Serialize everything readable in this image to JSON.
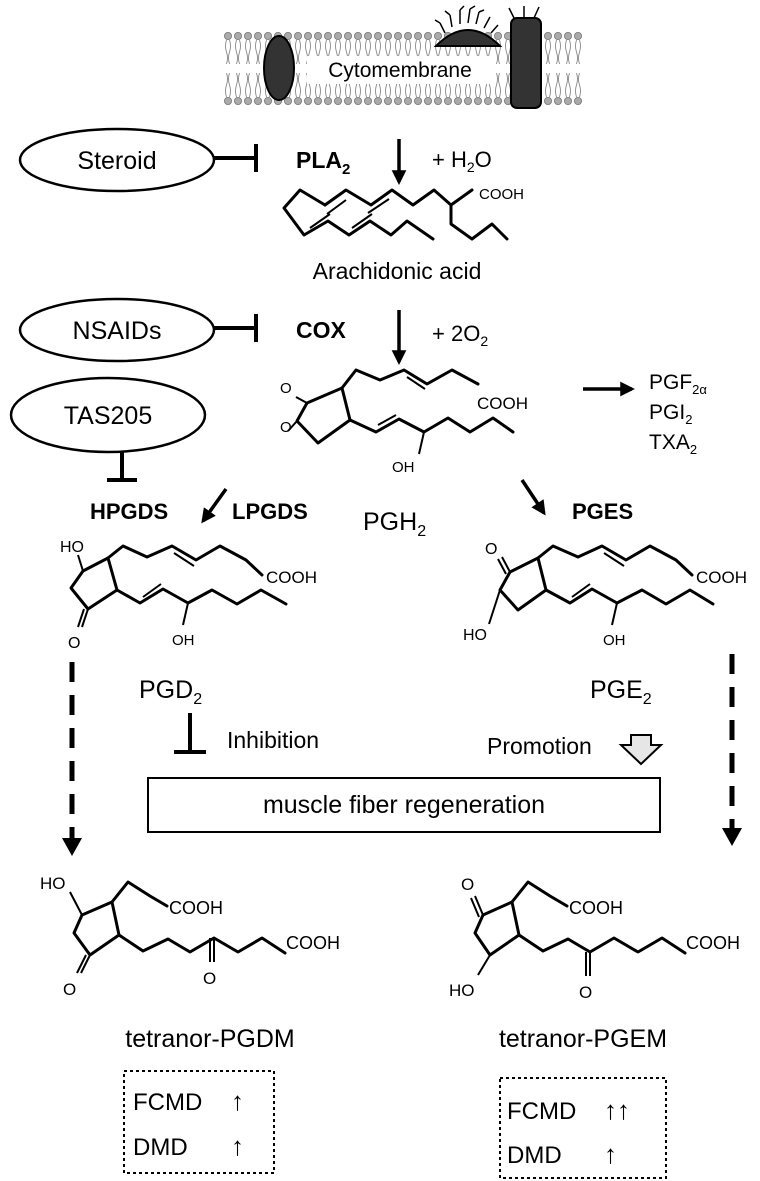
{
  "membrane": {
    "label": "Cytomembrane"
  },
  "inhibitors": {
    "steroid": "Steroid",
    "nsaids": "NSAIDs",
    "tas205": "TAS205"
  },
  "enzymes": {
    "pla2": {
      "main": "PLA",
      "sub": "2"
    },
    "cox": "COX",
    "hpgds": "HPGDS",
    "lpgds": "LPGDS",
    "pges": "PGES"
  },
  "reactants": {
    "water": {
      "pre": "+ H",
      "sub": "2",
      "post": "O"
    },
    "oxygen": {
      "pre": "+ 2O",
      "sub": "2"
    }
  },
  "molecules": {
    "arachidonic": "Arachidonic acid",
    "pgh2": {
      "main": "PGH",
      "sub": "2"
    },
    "pgd2": {
      "main": "PGD",
      "sub": "2"
    },
    "pge2": {
      "main": "PGE",
      "sub": "2"
    },
    "pgdm": "tetranor-PGDM",
    "pgem": "tetranor-PGEM"
  },
  "chem_labels": {
    "cooh": "COOH",
    "oh": "OH",
    "ho": "HO",
    "o": "O"
  },
  "products": [
    {
      "main": "PGF",
      "sub": "2α"
    },
    {
      "main": "PGI",
      "sub": "2"
    },
    {
      "main": "TXA",
      "sub": "2"
    }
  ],
  "effects": {
    "inhibition": "Inhibition",
    "promotion": "Promotion",
    "regeneration": "muscle fiber regeneration"
  },
  "boxes": {
    "pgdm": {
      "row1": "FCMD",
      "row1_arrows": "↑",
      "row2": "DMD",
      "row2_arrows": "↑"
    },
    "pgem": {
      "row1": "FCMD",
      "row1_arrows": "↑↑",
      "row2": "DMD",
      "row2_arrows": "↑"
    }
  }
}
